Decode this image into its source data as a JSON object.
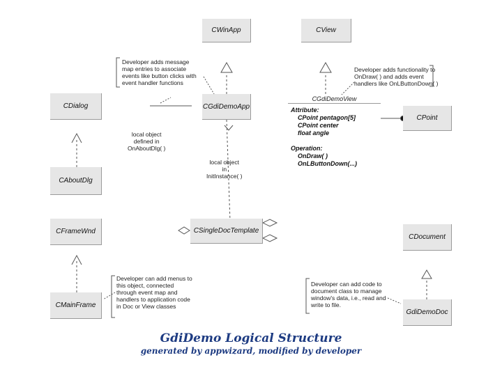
{
  "classes": {
    "cwinapp": "CWinApp",
    "cview": "CView",
    "cdialog": "CDialog",
    "cgdidemoapp": "CGdiDemoApp",
    "cpoint": "CPoint",
    "caboutdlg": "CAboutDlg",
    "cframewnd": "CFrameWnd",
    "csingledoctemplate": "CSingleDocTemplate",
    "cdocument": "CDocument",
    "cmainframe": "CMainFrame",
    "gdidemodoc": "GdiDemoDoc"
  },
  "view_class": {
    "name": "CGdiDemoView",
    "attribute_header": "Attribute:",
    "attributes": [
      "CPoint pentagon[5]",
      "CPoint center",
      "float angle"
    ],
    "operation_header": "Operation:",
    "operations": [
      "OnDraw( )",
      "OnLButtonDown(...)"
    ]
  },
  "notes": {
    "message_map": "Developer adds message\nmap entries to associate\nevents like button clicks with\nevent handler functions",
    "view_dev": "Developer adds functionality to\nOnDraw( ) and adds event\nhandlers like OnLButtonDown( )",
    "local_about": "local object\ndefined in\nOnAboutDlg( )",
    "local_init": "local object\nin\nInitInstance( )",
    "menus": "Developer can add menus to\nthis object, connected\nthrough event map and\nhandlers to application code\nin Doc or View classes",
    "doc_dev": "Developer can add code to\ndocument class to manage\nwindow's data, i.e., read and\nwrite to file."
  },
  "caption": {
    "title": "GdiDemo Logical Structure",
    "subtitle": "generated by appwizard, modified by developer"
  }
}
